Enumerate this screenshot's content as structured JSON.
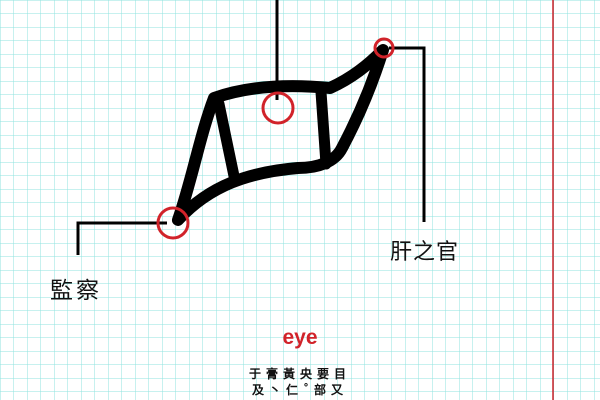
{
  "colors": {
    "grid": "#8fe3df",
    "stroke": "#000000",
    "highlight": "#d1232a",
    "margin_line": "#d1232a",
    "caption": "#d1232a",
    "text": "#111111"
  },
  "diagram": {
    "subject": "eye",
    "callouts": [
      {
        "name": "top-center-marker",
        "label": ""
      },
      {
        "name": "right-tip-marker",
        "label": "肝之官"
      },
      {
        "name": "left-tip-marker",
        "label": "監察"
      }
    ]
  },
  "labels": {
    "left": "監察",
    "right": "肝之官"
  },
  "caption": {
    "word": "eye"
  },
  "note": {
    "line1": "于膏黃央要目",
    "line2": "及丶仁˚部又"
  }
}
